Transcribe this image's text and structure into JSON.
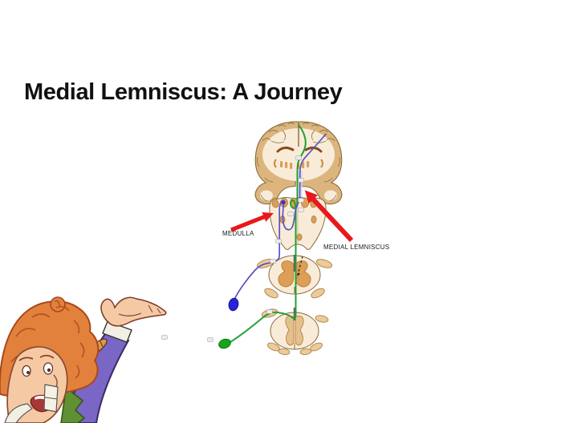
{
  "slide": {
    "title": "Medial Lemniscus: A Journey"
  },
  "annotations": {
    "medulla_label": "MEDULLA",
    "medial_lemniscus_label": "MEDIAL LEMNISCUS"
  },
  "diagram": {
    "subject": "dorsal-column-medial-lemniscus-pathway",
    "sections_top_to_bottom": [
      "cerebrum-coronal-section",
      "medulla-section",
      "upper-spinal-cord-section",
      "lower-spinal-cord-section"
    ],
    "pathways": [
      {
        "name": "lower-limb-neuron",
        "color": "#22a035",
        "ending": "green-oval"
      },
      {
        "name": "upper-limb-neuron",
        "color": "#5b52c5",
        "ending": "blue-oval"
      }
    ]
  },
  "cartoon": {
    "name": "teacher-cartoon-pointing-hand"
  },
  "colors": {
    "title-color": "#111111",
    "label-color": "#1a1a1a",
    "accent-red": "#e8181c",
    "pathway-green": "#22a035",
    "pathway-purple": "#5b52c5",
    "ending-blue": "#2a22d8",
    "ending-green": "#17a31c",
    "cortex-tan": "#dcb57e",
    "tissue-cream": "#f8ecd8",
    "nuclei-orange": "#dd9e55",
    "nuclei-light": "#e4c08b",
    "root-tan": "#edca97",
    "outline-brown": "#8a6a3c",
    "hair-orange": "#e2813c",
    "hair-line": "#a8481c",
    "skin-peach": "#f5c9a4",
    "sleeve-purple": "#7a66c4",
    "ruffle-green": "#5f9032"
  }
}
